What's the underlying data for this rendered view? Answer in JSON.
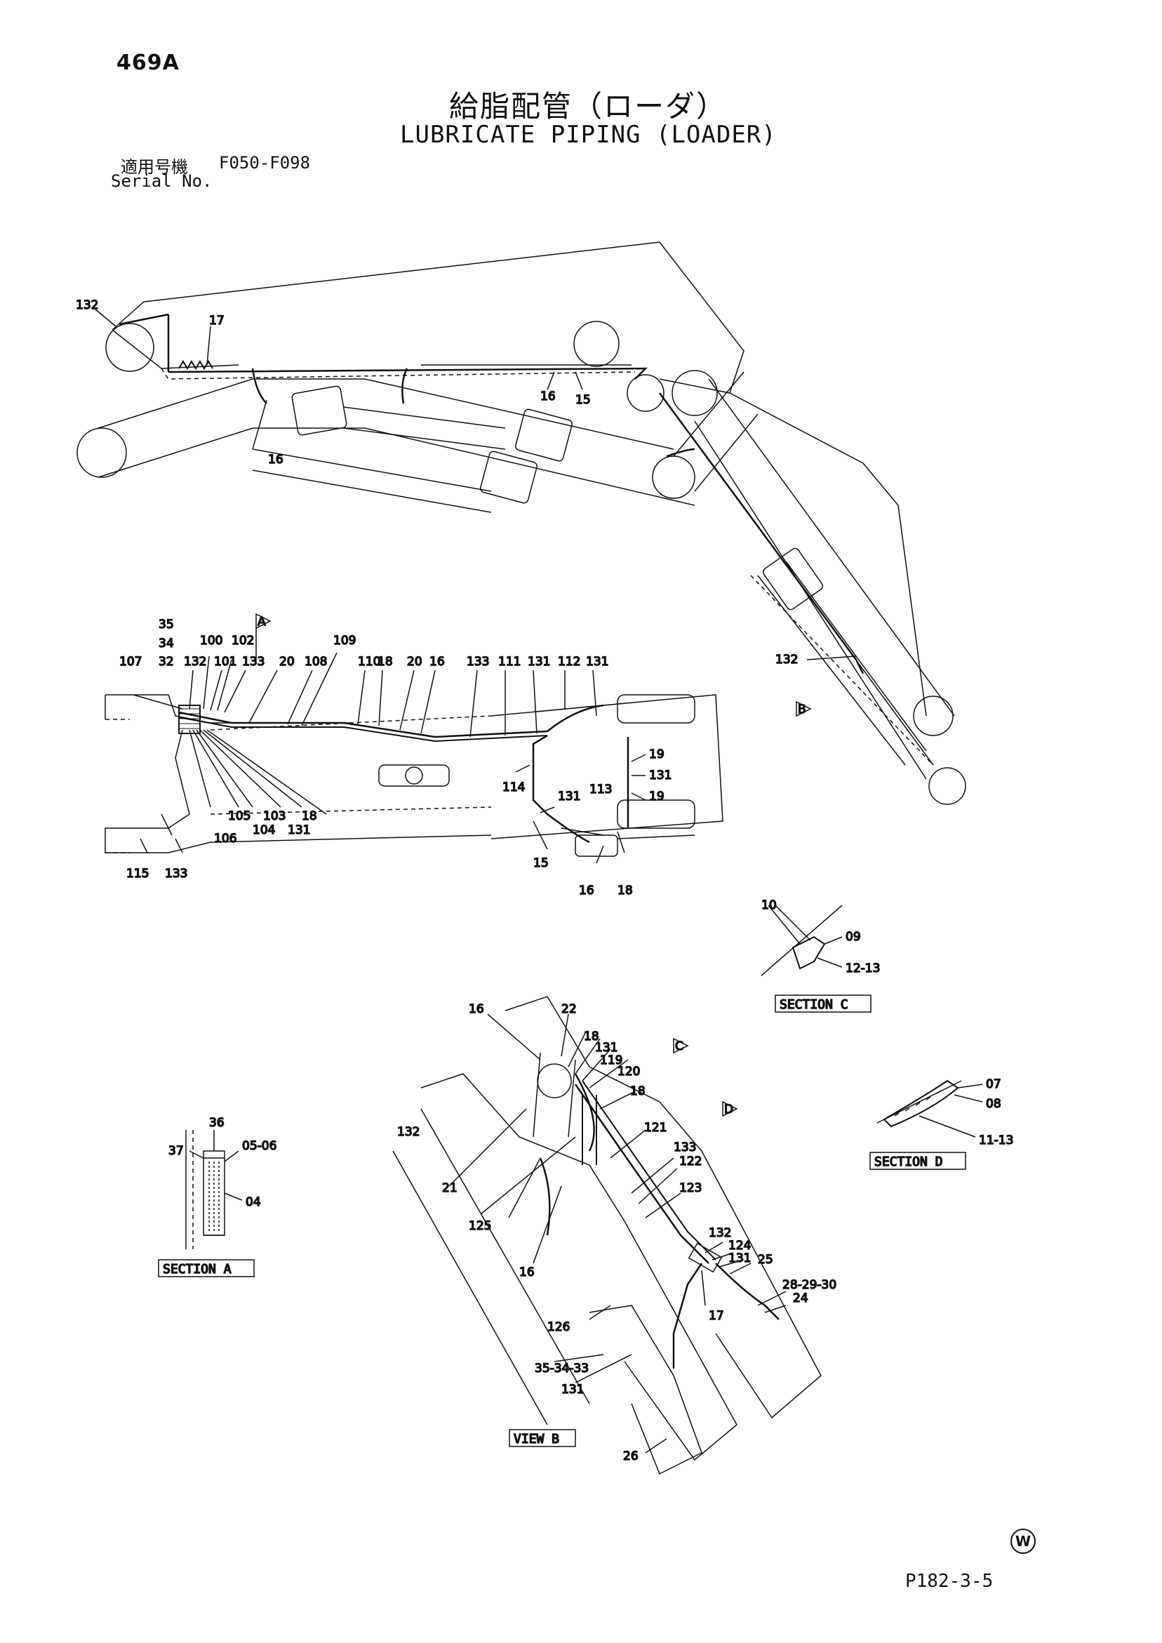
{
  "header": {
    "page_number": "469A",
    "title_jp": "給脂配管（ローダ）",
    "title_en": "LUBRICATE PIPING (LOADER)",
    "serial_label_jp": "適用号機",
    "serial_value": "F050-F098",
    "serial_label_en": "Serial No."
  },
  "footer": {
    "doc_code": "P182-3-5",
    "w_mark": "W"
  },
  "view_markers": {
    "a": "A",
    "b": "B",
    "c": "C",
    "d": "D"
  },
  "sections": {
    "a": "SECTION A",
    "b": "VIEW B",
    "c": "SECTION C",
    "d": "SECTION D"
  },
  "callouts": {
    "main": {
      "c132": "132",
      "c17": "17",
      "c16a": "16",
      "c15": "15",
      "c16b": "16",
      "c132b": "132"
    },
    "plan": {
      "c35": "35",
      "c34": "34",
      "c32": "32",
      "c107": "107",
      "c132": "132",
      "c100": "100",
      "c101": "101",
      "c102": "102",
      "c133a": "133",
      "c20a": "20",
      "c108": "108",
      "c109": "109",
      "c110": "110",
      "c18a": "18",
      "c20b": "20",
      "c16a": "16",
      "c133b": "133",
      "c111": "111",
      "c131a": "131",
      "c112": "112",
      "c131b": "131",
      "c19a": "19",
      "c131c": "131",
      "c113": "113",
      "c19b": "19",
      "c114": "114",
      "c131d": "131",
      "c105": "105",
      "c103": "103",
      "c18b": "18",
      "c104": "104",
      "c131e": "131",
      "c106": "106",
      "c115": "115",
      "c133c": "133",
      "c15": "15",
      "c16b": "16",
      "c18c": "18"
    },
    "section_a": {
      "c36": "36",
      "c37": "37",
      "c0506": "05-06",
      "c04": "04"
    },
    "section_c": {
      "c10": "10",
      "c09": "09",
      "c1213": "12-13"
    },
    "section_d": {
      "c07": "07",
      "c08": "08",
      "c1113": "11-13"
    },
    "view_b": {
      "c16a": "16",
      "c22": "22",
      "c18a": "18",
      "c131a": "131",
      "c119": "119",
      "c120": "120",
      "c18b": "18",
      "c121": "121",
      "c132a": "132",
      "c21": "21",
      "c125": "125",
      "c16b": "16",
      "c133": "133",
      "c122": "122",
      "c123": "123",
      "c132b": "132",
      "c124": "124",
      "c131b": "131",
      "c25": "25",
      "c282930": "28-29-30",
      "c24": "24",
      "c17": "17",
      "c126": "126",
      "c353433": "35-34-33",
      "c131c": "131",
      "c26": "26"
    }
  },
  "colors": {
    "ink": "#111111",
    "paper": "#ffffff"
  }
}
